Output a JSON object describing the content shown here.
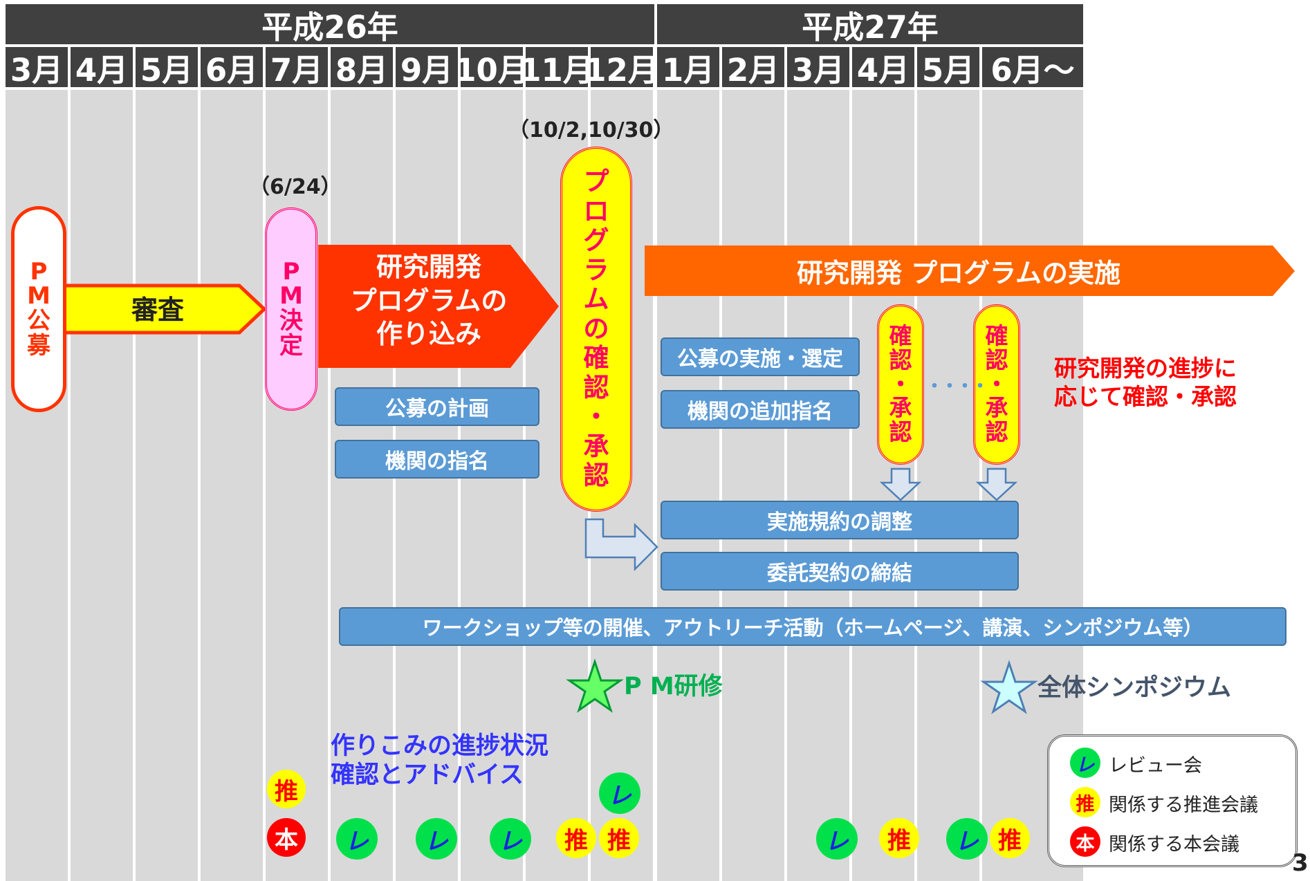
{
  "years": [
    "平成26年",
    "平成27年"
  ],
  "months": [
    "3月",
    "4月",
    "5月",
    "6月",
    "7月",
    "8月",
    "9月",
    "10月",
    "11月",
    "12月",
    "1月",
    "2月",
    "3月",
    "4月",
    "5月",
    "6月〜"
  ],
  "dates": {
    "pm_decision": "（6/24）",
    "confirmation": "（10/2,10/30）"
  },
  "pm_call": [
    "P",
    "M",
    "公",
    "募"
  ],
  "review_arrow": "審査",
  "pm_decided": [
    "P",
    "M",
    "決",
    "定"
  ],
  "build_arrow": [
    "研究開発",
    "プログラムの",
    "作り込み"
  ],
  "confirm_approve": [
    "プ",
    "ロ",
    "グ",
    "ラ",
    "ム",
    "の",
    "確",
    "認",
    "・",
    "承",
    "認"
  ],
  "impl_arrow": "研究開発 プログラムの実施",
  "small_confirm": [
    "確",
    "認",
    "・",
    "承",
    "認"
  ],
  "dots": "・・・・",
  "progress_note": [
    "研究開発の進捗に",
    "応じて確認・承認"
  ],
  "tasks": {
    "plan_call": "公募の計画",
    "designate": "機関の指名",
    "run_call": "公募の実施・選定",
    "add_designate": "機関の追加指名",
    "adjust_rules": "実施規約の調整",
    "contract": "委託契約の締結",
    "workshop": "ワークショップ等の開催、アウトリーチ活動（ホームページ、講演、シンポジウム等）"
  },
  "pm_training": "P M研修",
  "symposium": "全体シンポジウム",
  "advice_note": [
    "作りこみの進捗状況",
    "確認とアドバイス"
  ],
  "glyphs": {
    "re": "レ",
    "sui": "推",
    "hon": "本"
  },
  "legend": [
    {
      "glyph": "レ",
      "label": "レビュー会"
    },
    {
      "glyph": "推",
      "label": "関係する推進会議"
    },
    {
      "glyph": "本",
      "label": "関係する本会議"
    }
  ],
  "page_number": "3",
  "colors": {
    "header_bg": "#404040",
    "column_bg": "#d9d9d9",
    "task_blue": "#5b9bd5",
    "build_red": "#ff3300",
    "impl_orange": "#ff6600",
    "review_yellow": "#ffff00",
    "pm_pink": "#ffccff",
    "re_green": "#00e04a"
  }
}
